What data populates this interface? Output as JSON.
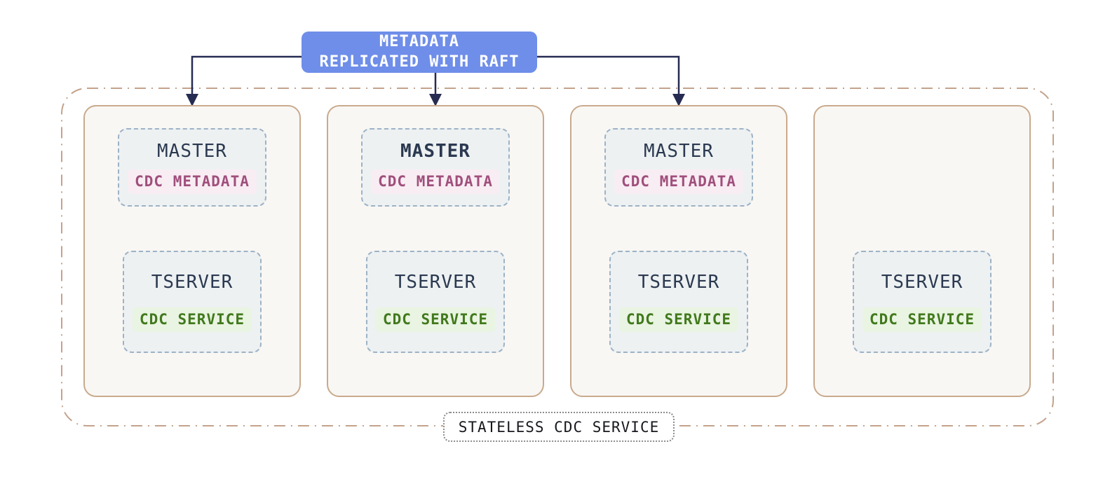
{
  "title_box": {
    "line1": "METADATA",
    "line2": "REPLICATED WITH RAFT"
  },
  "group": {
    "label": "STATELESS CDC SERVICE"
  },
  "nodes": [
    {
      "master": {
        "label": "MASTER",
        "badge": "CDC METADATA"
      },
      "tserver": {
        "label": "TSERVER",
        "badge": "CDC SERVICE"
      }
    },
    {
      "master": {
        "label": "MASTER",
        "weight": "bold",
        "badge": "CDC METADATA"
      },
      "tserver": {
        "label": "TSERVER",
        "badge": "CDC SERVICE"
      }
    },
    {
      "master": {
        "label": "MASTER",
        "badge": "CDC METADATA"
      },
      "tserver": {
        "label": "TSERVER",
        "badge": "CDC SERVICE"
      }
    },
    {
      "tserver": {
        "label": "TSERVER",
        "badge": "CDC SERVICE"
      }
    }
  ],
  "colors": {
    "title_box_blue": "#6f8ee9",
    "arrow_navy": "#262b52",
    "group_border_tan": "#c4a28b",
    "node_border_tan": "#c9aa8d",
    "node_bg": "#f9f7f4",
    "inner_box_bg": "#edf1f2",
    "inner_box_border": "#9db2c5",
    "unit_text_navy": "#2b3950",
    "metadata_text_pink": "#a04f7c",
    "metadata_bg_pink": "#f8edf3",
    "service_text_green": "#41791c",
    "service_bg_green": "#e9f4e2"
  }
}
